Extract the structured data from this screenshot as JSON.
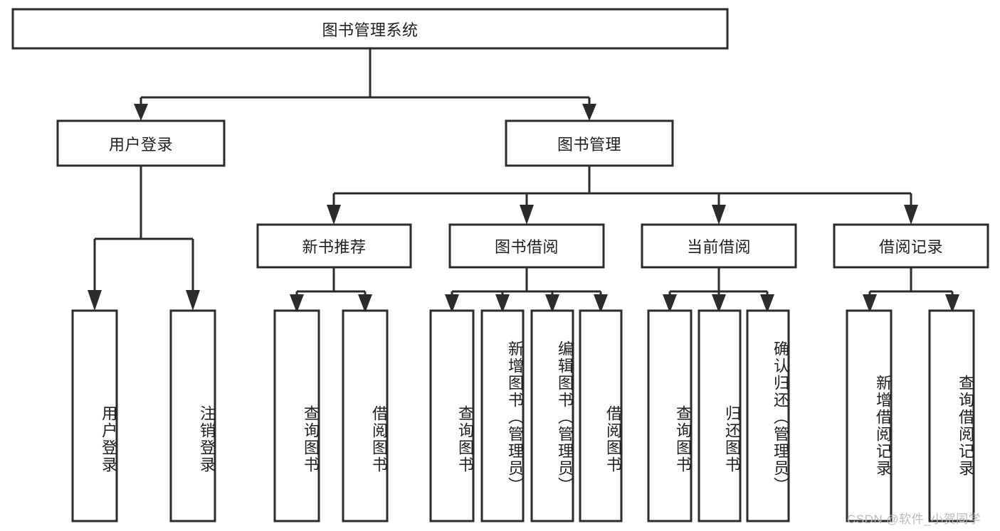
{
  "diagram": {
    "title": "图书管理系统",
    "type": "tree-hierarchy-diagram",
    "colors": {
      "box_stroke": "#2b2b2b",
      "box_fill": "#ffffff",
      "connector": "#2b2b2b",
      "text": "#1f1f1f",
      "watermark": "#b9b9b9",
      "background": "#ffffff"
    },
    "root": {
      "label": "图书管理系统"
    },
    "level2": [
      {
        "label": "用户登录"
      },
      {
        "label": "图书管理"
      }
    ],
    "level3": [
      {
        "label": "新书推荐"
      },
      {
        "label": "图书借阅"
      },
      {
        "label": "当前借阅"
      },
      {
        "label": "借阅记录"
      }
    ],
    "leaves": {
      "user_login": [
        {
          "label": "用户登录"
        },
        {
          "label": "注销登录"
        }
      ],
      "new_book_recommend": [
        {
          "label": "查询图书"
        },
        {
          "label": "借阅图书"
        }
      ],
      "book_borrow": [
        {
          "label": "查询图书"
        },
        {
          "label": "新增图书（管理员）"
        },
        {
          "label": "编辑图书（管理员）"
        },
        {
          "label": "借阅图书"
        }
      ],
      "current_borrow": [
        {
          "label": "查询图书"
        },
        {
          "label": "归还图书"
        },
        {
          "label": "确认归还（管理员）"
        }
      ],
      "borrow_record": [
        {
          "label": "新增借阅记录"
        },
        {
          "label": "查询借阅记录"
        }
      ]
    },
    "watermark": "CSDN @软件_小贺同学"
  }
}
